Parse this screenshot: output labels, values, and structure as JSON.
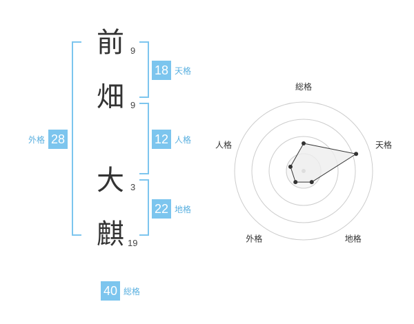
{
  "characters": [
    {
      "char": "前",
      "strokes": "9"
    },
    {
      "char": "畑",
      "strokes": "9"
    },
    {
      "char": "大",
      "strokes": "3"
    },
    {
      "char": "麒",
      "strokes": "19"
    }
  ],
  "scores": {
    "tenkaku": {
      "value": "18",
      "label": "天格"
    },
    "jinkaku": {
      "value": "12",
      "label": "人格"
    },
    "chikaku": {
      "value": "22",
      "label": "地格"
    },
    "gaikaku": {
      "value": "28",
      "label": "外格"
    },
    "soukaku": {
      "value": "40",
      "label": "総格"
    }
  },
  "chart_data": {
    "type": "radar",
    "axes": [
      "総格",
      "天格",
      "地格",
      "外格",
      "人格"
    ],
    "rings": 4,
    "values": [
      2,
      4,
      1,
      1,
      1
    ],
    "max": 5,
    "colors": {
      "grid": "#cccccc",
      "fill": "#eeeeee",
      "line": "#333333",
      "center": "#dddddd"
    }
  }
}
